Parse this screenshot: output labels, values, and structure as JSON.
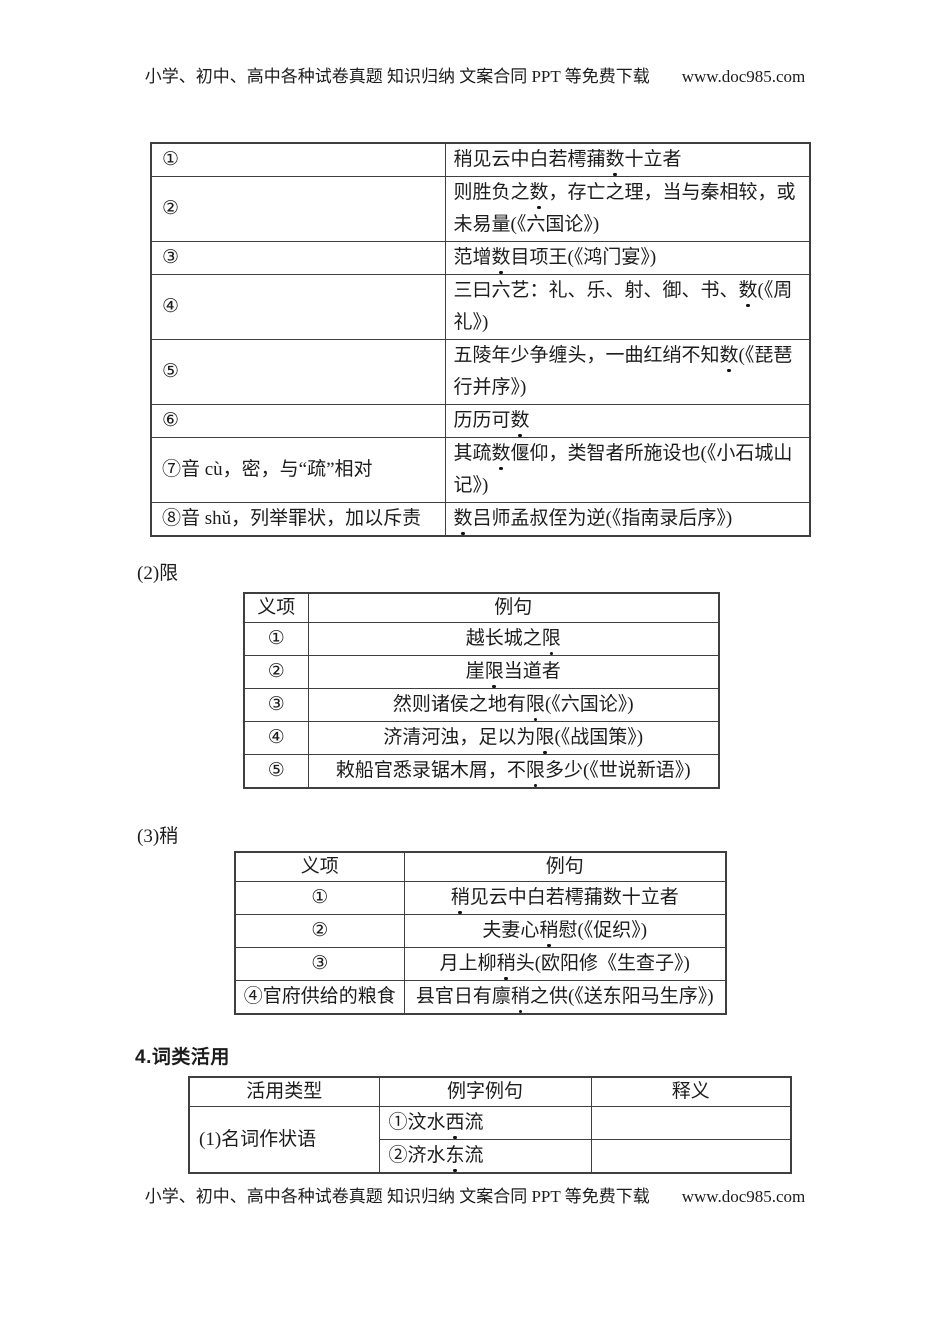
{
  "page": {
    "top_banner": "小学、初中、高中各种试卷真题 知识归纳 文案合同 PPT 等免费下载",
    "top_site_url": "www.doc985.com",
    "bottom_banner": "小学、初中、高中各种试卷真题 知识归纳 文案合同 PPT 等免费下载",
    "bottom_site_url": "www.doc985.com"
  },
  "table_shu": {
    "rows": [
      {
        "meaning": "①",
        "example": "稍见云中白若樗蒱⟦数⟧十立者"
      },
      {
        "meaning": "②",
        "example": "则胜负之⟦数⟧，存亡之理，当与秦相较，或未易量(《六国论》)"
      },
      {
        "meaning": "③",
        "example": "范增⟦数⟧目项王(《鸿门宴》)"
      },
      {
        "meaning": "④",
        "example": "三曰六艺：礼、乐、射、御、书、⟦数⟧(《周礼》)"
      },
      {
        "meaning": "⑤",
        "example": "五陵年少争缠头，一曲红绡不知⟦数⟧(《琵琶行并序》)"
      },
      {
        "meaning": "⑥",
        "example": "历历可⟦数⟧"
      },
      {
        "meaning": "⑦音 cù，密，与“疏”相对",
        "example": "其疏⟦数⟧偃仰，类智者所施设也(《小石城山记》)"
      },
      {
        "meaning": "⑧音 shǔ，列举罪状，加以斥责",
        "example": "⟦数⟧吕师孟叔侄为逆(《指南录后序》)"
      }
    ]
  },
  "section_xian": {
    "label": "(2)限",
    "headers": [
      "义项",
      "例句"
    ],
    "rows": [
      {
        "meaning": "①",
        "example": "越长城之⟦限⟧"
      },
      {
        "meaning": "②",
        "example": "崖⟦限⟧当道者"
      },
      {
        "meaning": "③",
        "example": "然则诸侯之地有⟦限⟧(《六国论》)"
      },
      {
        "meaning": "④",
        "example": "济清河浊，足以为⟦限⟧(《战国策》)"
      },
      {
        "meaning": "⑤",
        "example": "敕船官悉录锯木屑，不⟦限⟧多少(《世说新语》)"
      }
    ]
  },
  "section_shao": {
    "label": "(3)稍",
    "headers": [
      "义项",
      "例句"
    ],
    "rows": [
      {
        "meaning": "①",
        "example": "⟦稍⟧见云中白若樗蒱数十立者"
      },
      {
        "meaning": "②",
        "example": "夫妻心⟦稍⟧慰(《促织》)"
      },
      {
        "meaning": "③",
        "example": "月上柳⟦稍⟧头(欧阳修《生查子》)"
      },
      {
        "meaning": "④官府供给的粮食",
        "example": "县官日有廪⟦稍⟧之供(《送东阳马生序》)"
      }
    ]
  },
  "section_huoyong": {
    "title": "4.词类活用",
    "headers": [
      "活用类型",
      "例字例句",
      "释义"
    ],
    "row_group_label": "(1)名词作状语",
    "rows": [
      {
        "example": "①汶水⟦西⟧流",
        "meaning": ""
      },
      {
        "example": "②济水⟦东⟧流",
        "meaning": ""
      }
    ]
  }
}
